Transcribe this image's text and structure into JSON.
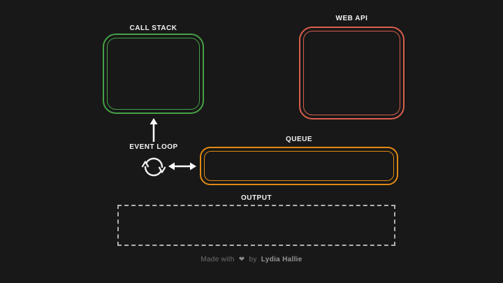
{
  "background_color": "#181818",
  "diagram": {
    "call_stack": {
      "label": "CALL STACK",
      "color": "#46a046",
      "border_style": "double-rounded",
      "content": ""
    },
    "web_api": {
      "label": "WEB API",
      "color": "#d95f4b",
      "border_style": "double-rounded",
      "content": ""
    },
    "queue": {
      "label": "QUEUE",
      "color": "#e18a12",
      "border_style": "double-rounded",
      "content": ""
    },
    "output": {
      "label": "OUTPUT",
      "color": "#b0b0b0",
      "border_style": "dashed",
      "content": ""
    },
    "event_loop": {
      "label": "EVENT LOOP",
      "icon": "sync-loop-icon",
      "arrow_color": "#ffffff",
      "arrows": [
        {
          "name": "arrow-up-icon",
          "meaning": "event loop to call stack"
        },
        {
          "name": "arrow-left-right-icon",
          "meaning": "event loop to queue"
        }
      ]
    }
  },
  "footer": {
    "made_with": "Made with",
    "heart": "❤",
    "by": "by",
    "author": "Lydia Hallie"
  }
}
